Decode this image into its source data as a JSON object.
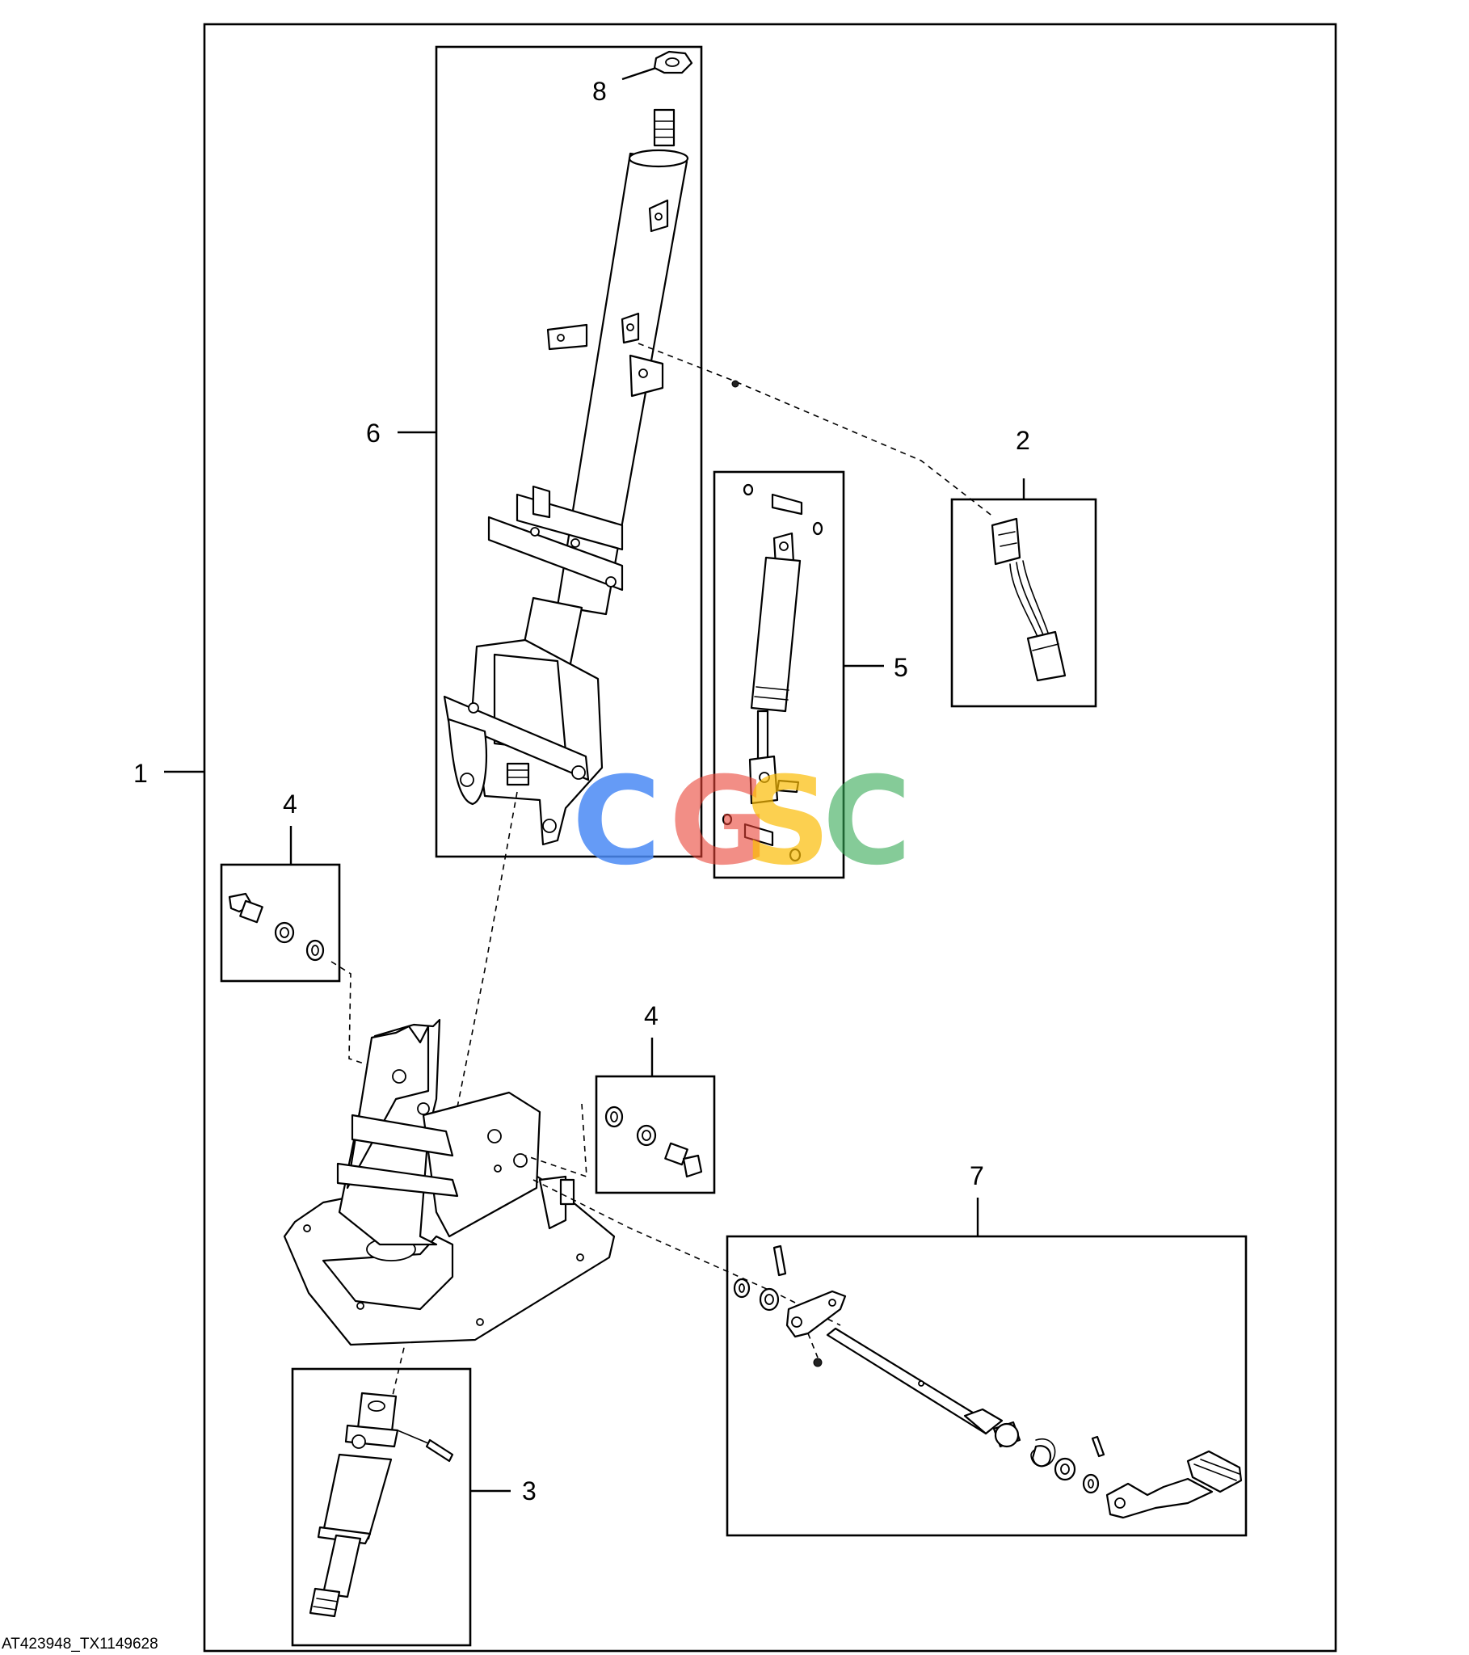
{
  "callouts": {
    "c1": "1",
    "c2": "2",
    "c3": "3",
    "c4a": "4",
    "c4b": "4",
    "c5": "5",
    "c6": "6",
    "c7": "7",
    "c8": "8"
  },
  "reference_id": "AT423948_TX1149628",
  "watermark": {
    "letters": [
      "C",
      "G",
      "S",
      "C"
    ],
    "colors": [
      "#4a8af4",
      "#ea4335",
      "#fbbc05",
      "#34a853"
    ]
  }
}
